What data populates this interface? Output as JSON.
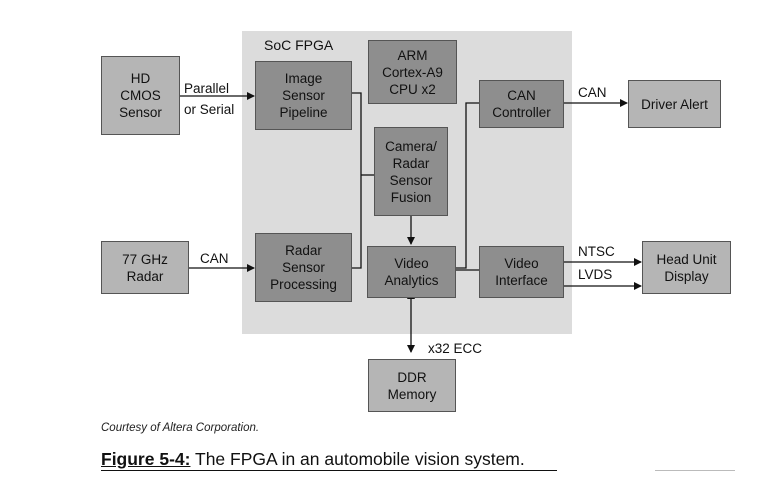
{
  "soc_label": "SoC FPGA",
  "blocks": {
    "hd_cmos": "HD\nCMOS\nSensor",
    "isp": "Image\nSensor\nPipeline",
    "arm": "ARM\nCortex-A9\nCPU x2",
    "can_ctrl": "CAN\nController",
    "driver_alert": "Driver Alert",
    "fusion": "Camera/\nRadar\nSensor\nFusion",
    "radar": "77 GHz\nRadar",
    "radar_proc": "Radar\nSensor\nProcessing",
    "video_analytics": "Video\nAnalytics",
    "video_if": "Video\nInterface",
    "head_unit": "Head Unit\nDisplay",
    "ddr": "DDR\nMemory"
  },
  "links": {
    "parallel_or_serial": "Parallel\nor Serial",
    "can_radar": "CAN",
    "can_alert": "CAN",
    "ntsc": "NTSC",
    "lvds": "LVDS",
    "x32_ecc": "x32 ECC"
  },
  "credit": "Courtesy of Altera Corporation.",
  "caption": {
    "label": "Figure 5-4:",
    "text": " The FPGA in an automobile vision system."
  }
}
